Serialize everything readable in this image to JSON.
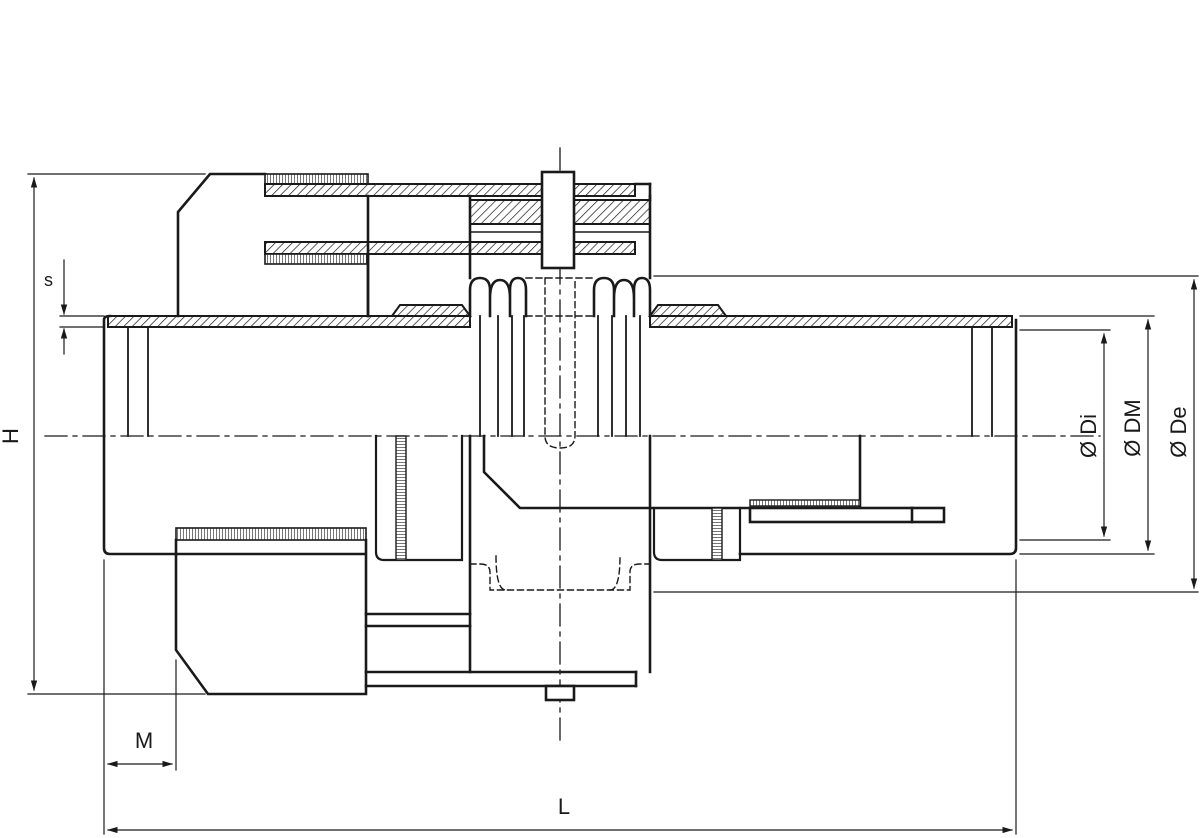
{
  "diagram": {
    "kind": "technical cross-section drawing",
    "line_color": "#1a1a1a",
    "background": "#ffffff",
    "dimensions": {
      "s": "s",
      "H": "H",
      "M": "M",
      "L": "L",
      "Di": "Ø Di",
      "DM": "Ø DM",
      "De": "Ø De"
    }
  }
}
